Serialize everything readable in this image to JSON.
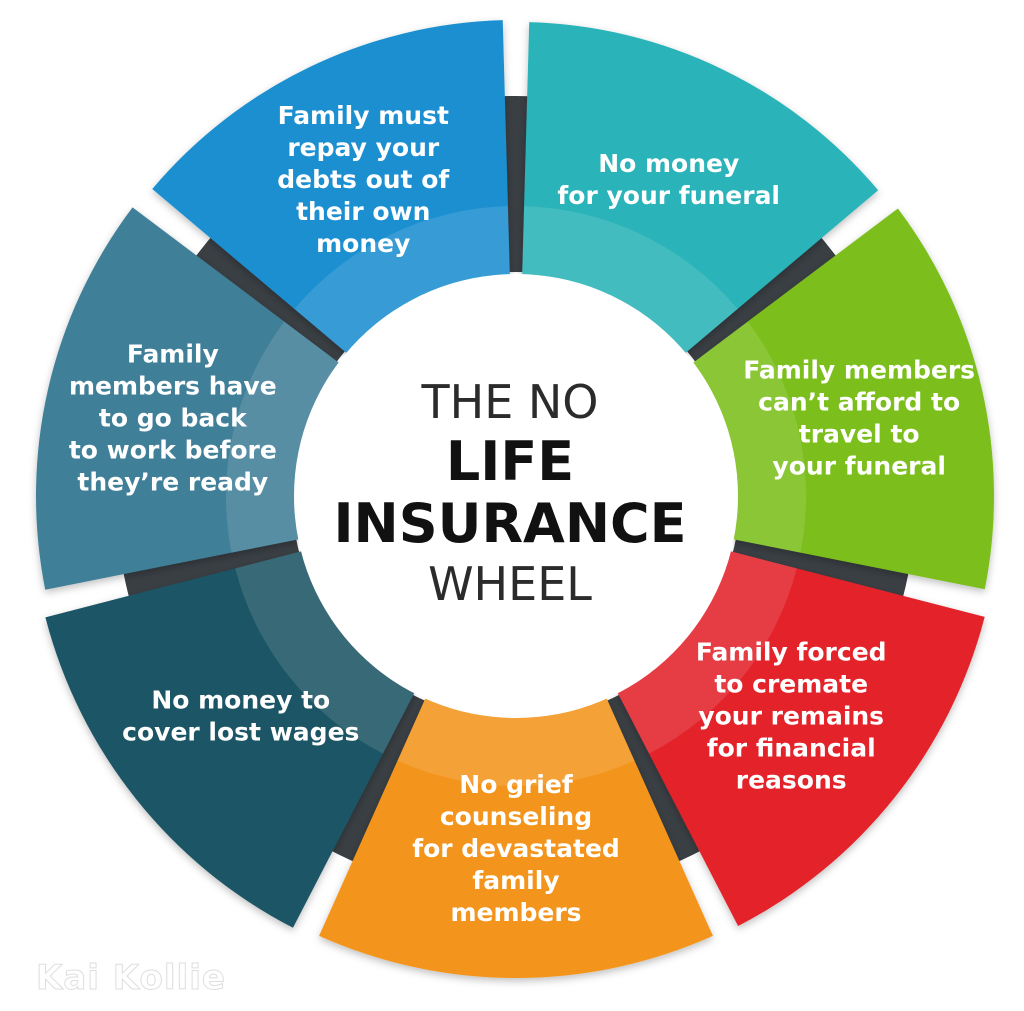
{
  "title": {
    "line1": "THE NO",
    "line2": "LIFE",
    "line3": "INSURANCE",
    "line4": "WHEEL"
  },
  "watermark": "Kai Kollie",
  "segments": [
    {
      "lines": [
        "No money",
        "for your funeral"
      ],
      "color": "#2bb3b8"
    },
    {
      "lines": [
        "Family members",
        "can’t afford to",
        "travel to",
        "your funeral"
      ],
      "color": "#7cbf1e"
    },
    {
      "lines": [
        "Family forced",
        "to cremate",
        "your remains",
        "for financial",
        "reasons"
      ],
      "color": "#e3222a"
    },
    {
      "lines": [
        "No grief",
        "counseling",
        "for devastated",
        "family",
        "members"
      ],
      "color": "#f3951a"
    },
    {
      "lines": [
        "No money to",
        "cover lost wages"
      ],
      "color": "#1f5565"
    },
    {
      "lines": [
        "Family",
        "members have",
        "to go back",
        "to work before",
        "they’re ready"
      ],
      "color": "#3f7f98"
    },
    {
      "lines": [
        "Family must",
        "repay your",
        "debts out of",
        "their own",
        "money"
      ],
      "color": "#1a8fd0"
    }
  ],
  "separator_color": "#3a3f44"
}
